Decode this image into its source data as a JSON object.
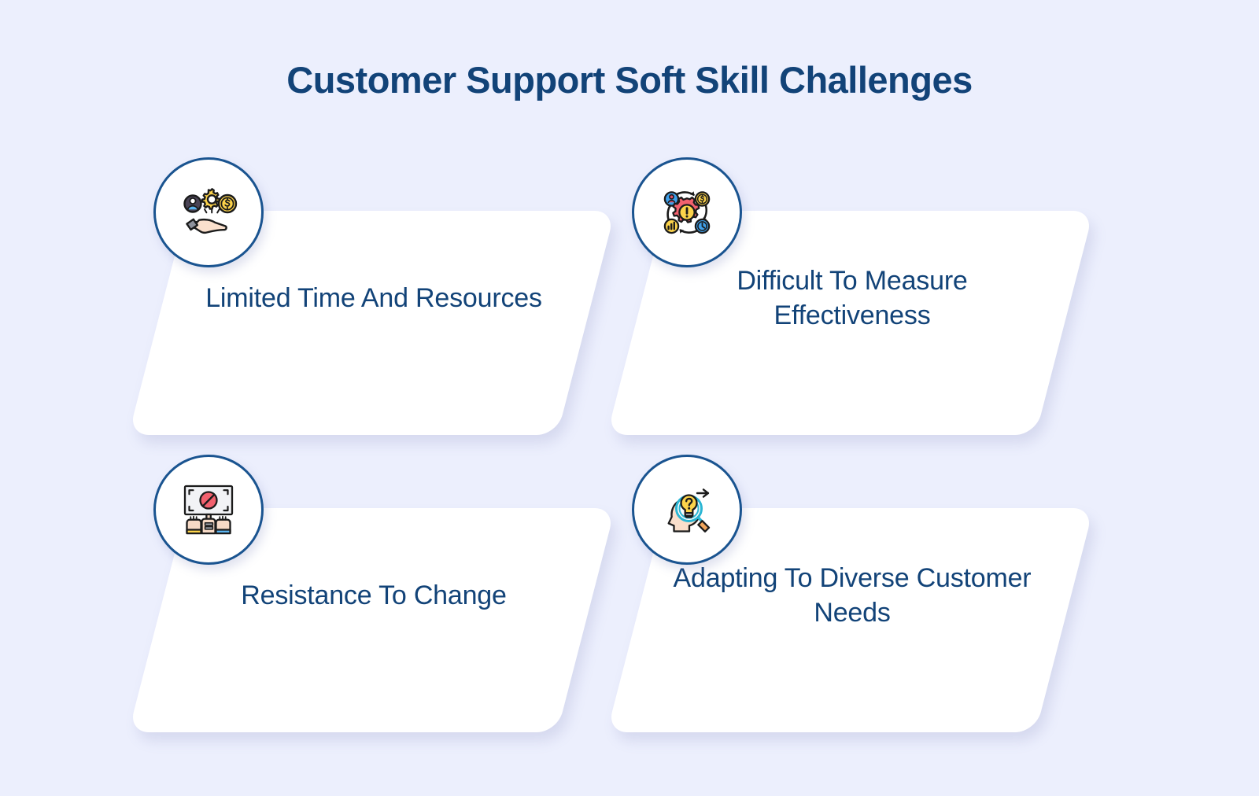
{
  "page": {
    "title": "Customer Support Soft Skill Challenges",
    "background_color": "#ecefFD",
    "title_color": "#124378",
    "card_color": "#ffffff",
    "card_text_color": "#124378",
    "badge_border_color": "#1a5490"
  },
  "cards": [
    {
      "label": "Limited Time And Resources",
      "icon": "hand-holding-user-gear-coin-icon",
      "position": "top-left"
    },
    {
      "label": "Difficult To Measure Effectiveness",
      "icon": "gear-exclamation-metrics-cycle-icon",
      "position": "top-right"
    },
    {
      "label": "Resistance To Change",
      "icon": "protest-hands-prohibition-sign-icon",
      "position": "bottom-left"
    },
    {
      "label": "Adapting To Diverse Customer Needs",
      "icon": "head-lightbulb-question-magnifier-icon",
      "position": "bottom-right"
    }
  ]
}
